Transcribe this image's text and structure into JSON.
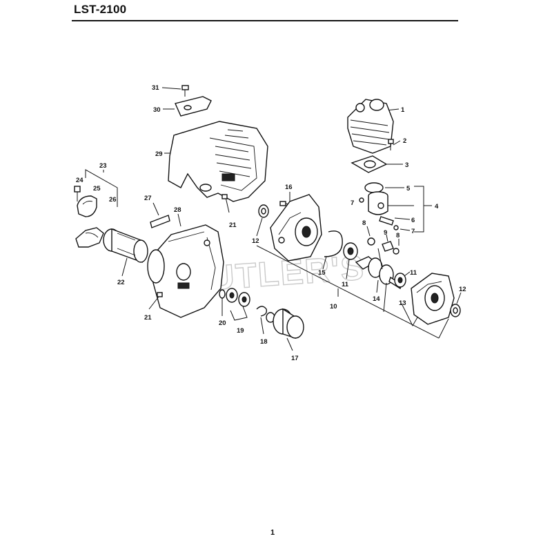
{
  "header": {
    "model_code": "LST-2100"
  },
  "footer": {
    "page_number": "1"
  },
  "watermark": {
    "text": "CUTLER'S"
  },
  "callouts": {
    "c1": "1",
    "c2": "2",
    "c3": "3",
    "c4": "4",
    "c5": "5",
    "c6": "6",
    "c7a": "7",
    "c7b": "7",
    "c8a": "8",
    "c8b": "8",
    "c9": "9",
    "c10": "10",
    "c11a": "11",
    "c11b": "11",
    "c12a": "12",
    "c12b": "12",
    "c13": "13",
    "c14": "14",
    "c15": "15",
    "c16": "16",
    "c17": "17",
    "c18": "18",
    "c19": "19",
    "c20": "20",
    "c21a": "21",
    "c21b": "21",
    "c22": "22",
    "c23": "23",
    "c24": "24",
    "c25": "25",
    "c26": "26",
    "c27": "27",
    "c28": "28",
    "c29": "29",
    "c30": "30",
    "c31": "31"
  }
}
